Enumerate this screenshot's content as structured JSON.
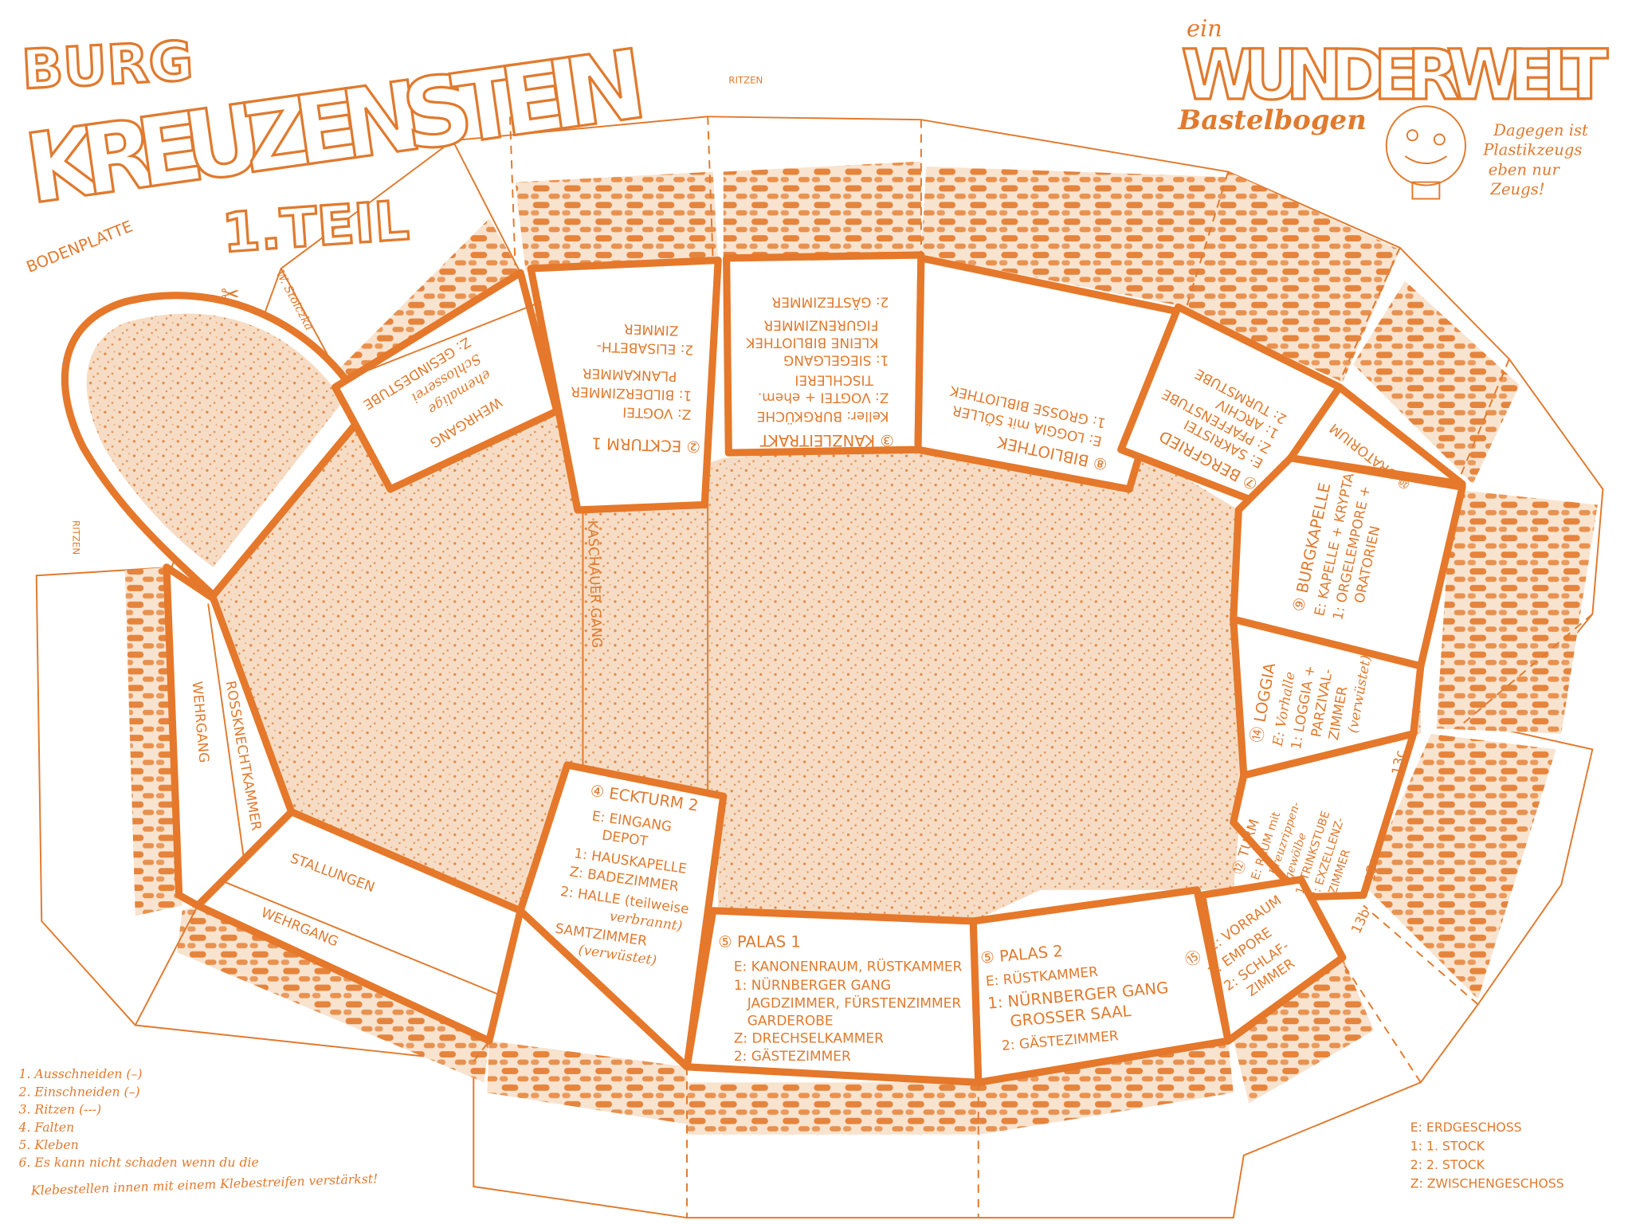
{
  "title": {
    "line1": "BURG",
    "line2": "KREUZENSTEIN",
    "part": "1.TEIL",
    "subtitle": "BODENPLATTE"
  },
  "brand": {
    "prefix": "ein",
    "name": "WUNDERWELT",
    "sub": "Bastelbogen",
    "slogan": [
      "Dagegen ist",
      "Plastikzeugs",
      "eben nur",
      "Zeugs!"
    ]
  },
  "signature": "W. Stoiczka",
  "colors": {
    "ink": "#e07a2e",
    "paper": "#ffffff"
  },
  "marks": {
    "ritzen_top": "RITZEN",
    "ritzen_left": "RITZEN",
    "scissors": "scissors-icon"
  },
  "rooms": {
    "gesindestube": {
      "l1": "WEHRGANG",
      "l2": "ehemalige",
      "l3": "Schlosserei",
      "l4": "Z: GESINDESTUBE"
    },
    "eckturm1": {
      "head": "② ECKTURM 1",
      "l1": "Z: VOGTEI",
      "l2": "1: BILDERZIMMER",
      "l3": "PLANKAMMER",
      "l4": "2: ELISABETH-",
      "l5": "ZIMMER"
    },
    "kanzleitrakt": {
      "head": "③ KANZLEITRAKT",
      "l1": "Keller: BURGKÜCHE",
      "l2": "Z: VOGTEI + ehem.",
      "l3": "TISCHLEREI",
      "l4": "1: SIEGELGANG",
      "l5": "KLEINE BIBLIOTHEK",
      "l6": "FIGURENZIMMER",
      "l7": "2: GÄSTEZIMMER"
    },
    "bibliothek": {
      "head": "⑧ BIBLIOTHEK",
      "l1": "E: LOGGIA mit SÖLLER",
      "l2": "1: GROSSE BIBLIOTHEK"
    },
    "bergfried": {
      "head": "⑦ BERGFRIED",
      "l1": "E: SAKRISTEI",
      "l2": "Z: PFAFFENSTUBE",
      "l3": "1: ARCHIV",
      "l4": "2: TURMSTUBE"
    },
    "oratorium": {
      "head": "⑩ ORATORIUM"
    },
    "burgkapelle": {
      "head": "⑨ BURGKAPELLE",
      "l1": "E: KAPELLE + KRYPTA",
      "l2": "1: ORGELEMPORE +",
      "l3": "ORATORIEN"
    },
    "loggia": {
      "head": "⑭ LOGGIA",
      "l1": "E: Vorhalle",
      "l2": "1: LOGGIA +",
      "l3": "PARZIVAL-",
      "l4": "ZIMMER",
      "l5": "(verwüstet)"
    },
    "turm12": {
      "head": "⑫ TURM",
      "l1": "E: RAUM mit",
      "l2": "Kreuzrippen-",
      "l3": "gewölbe",
      "l4": "1: TRINKSTUBE",
      "l5": "2: EXZELLENZ-",
      "l6": "ZIMMER"
    },
    "tags": {
      "a": "13a",
      "b": "13b",
      "c": "13c"
    },
    "raum15": {
      "head": "⑮",
      "l1": "E: VORRAUM",
      "l2": "1: EMPORE",
      "l3": "2: SCHLAF-",
      "l4": "ZIMMER"
    },
    "palas2": {
      "head": "⑤ PALAS 2",
      "l1": "E: RÜSTKAMMER",
      "l2": "1: NÜRNBERGER GANG",
      "l3": "GROSSER SAAL",
      "l4": "2: GÄSTEZIMMER"
    },
    "palas1": {
      "head": "⑤ PALAS 1",
      "l1": "E: KANONENRAUM, RÜSTKAMMER",
      "l2": "1: NÜRNBERGER GANG",
      "l3": "JAGDZIMMER, FÜRSTENZIMMER",
      "l4": "GARDEROBE",
      "l5": "Z: DRECHSELKAMMER",
      "l6": "2: GÄSTEZIMMER"
    },
    "eckturm2": {
      "head": "④ ECKTURM 2",
      "l1": "E: EINGANG",
      "l2": "DEPOT",
      "l3": "1: HAUSKAPELLE",
      "l4": "Z: BADEZIMMER",
      "l5": "2: HALLE (teilweise",
      "l6": "verbrannt)",
      "l7": "SAMTZIMMER",
      "l8": "(verwüstet)"
    },
    "stallungen": {
      "l1": "STALLUNGEN",
      "l2": "WEHRGANG"
    },
    "westflank": {
      "l1": "WEHRGANG",
      "l2": "ROSSKNECHTKAMMER"
    },
    "kaschauer": {
      "l1": "KASCHAUER GANG"
    }
  },
  "instructions": [
    "1. Ausschneiden (–)",
    "2. Einschneiden (–)",
    "3. Ritzen (---)",
    "4. Falten",
    "5. Kleben",
    "6. Es kann nicht schaden wenn du die",
    "Klebestellen innen mit einem Klebestreifen verstärkst!"
  ],
  "legend": [
    "E: ERDGESCHOSS",
    "1: 1. STOCK",
    "2: 2. STOCK",
    "Z: ZWISCHENGESCHOSS"
  ]
}
